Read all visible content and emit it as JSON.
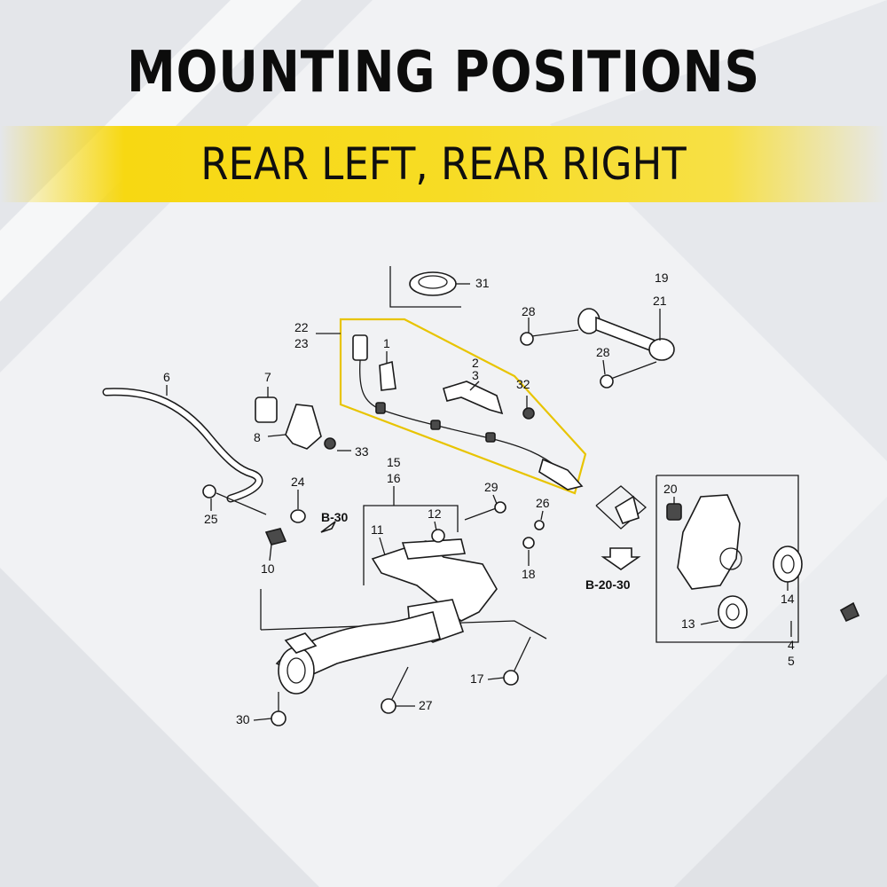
{
  "header": {
    "title": "MOUNTING POSITIONS",
    "subtitle": "REAR LEFT, REAR RIGHT"
  },
  "colors": {
    "banner": "#f7d812",
    "highlight": "#e8c400",
    "text": "#0c0c0c"
  },
  "diagram": {
    "refs": {
      "b30": "B-30",
      "b2030": "B-20-30"
    },
    "labels": {
      "p1": "1",
      "p2": "2",
      "p3": "3",
      "p4": "4",
      "p5": "5",
      "p6": "6",
      "p7": "7",
      "p8": "8",
      "p10": "10",
      "p11": "11",
      "p12": "12",
      "p13": "13",
      "p14": "14",
      "p15": "15",
      "p16": "16",
      "p17": "17",
      "p18": "18",
      "p19": "19",
      "p20": "20",
      "p21": "21",
      "p22": "22",
      "p23": "23",
      "p24": "24",
      "p25": "25",
      "p26": "26",
      "p27": "27",
      "p28a": "28",
      "p28b": "28",
      "p29": "29",
      "p30": "30",
      "p31": "31",
      "p32": "32",
      "p33": "33"
    }
  }
}
